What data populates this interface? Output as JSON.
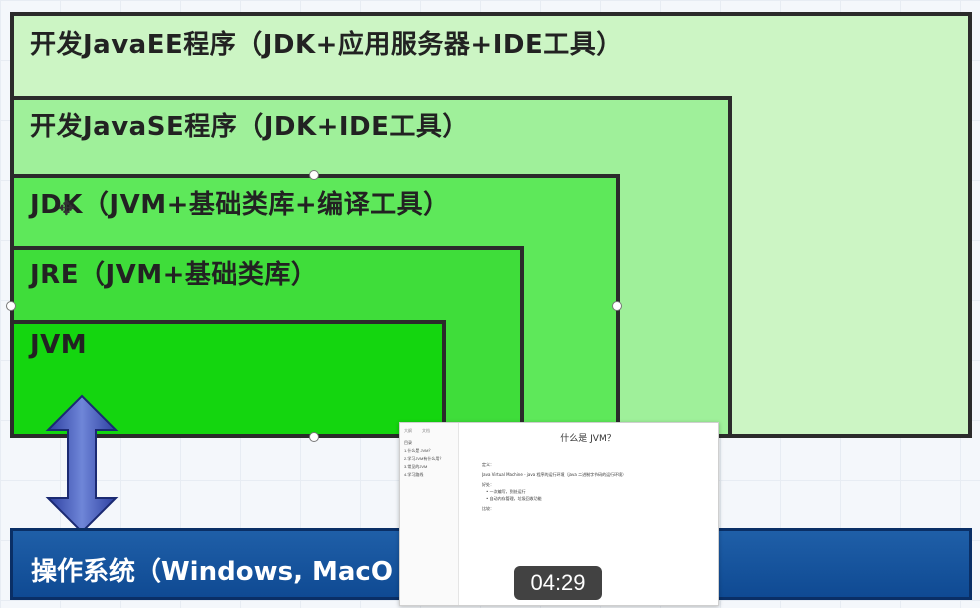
{
  "layers": {
    "ee": "开发JavaEE程序（JDK+应用服务器+IDE工具）",
    "se": "开发JavaSE程序（JDK+IDE工具）",
    "jdk": "JDK（JVM+基础类库+编译工具）",
    "jre": "JRE（JVM+基础类库）",
    "jvm": "JVM"
  },
  "os": {
    "label": "操作系统（Windows, MacO"
  },
  "thumbnail": {
    "title": "什么是 JVM？",
    "tabs": [
      "大纲",
      "文档"
    ],
    "sidebar_items": [
      "目录",
      "1.什么是 JVM？",
      "2.学习JVM有什么用？",
      "3.常见的JVM",
      "4.学习路线"
    ],
    "lines": [
      "定义：",
      "Java Virtual Machine - java 程序的运行环境（java 二进制字节码的运行环境）",
      "好处：",
      "一次编写，到处运行",
      "自动内存管理，垃圾回收功能",
      "比较："
    ]
  },
  "video": {
    "timestamp": "04:29"
  },
  "colors": {
    "ee": "#ccf5c4",
    "se": "#9ff09a",
    "jdk": "#5ee85a",
    "jre": "#3fdd3a",
    "jvm": "#14d60f",
    "os": "#1f5fa8"
  }
}
